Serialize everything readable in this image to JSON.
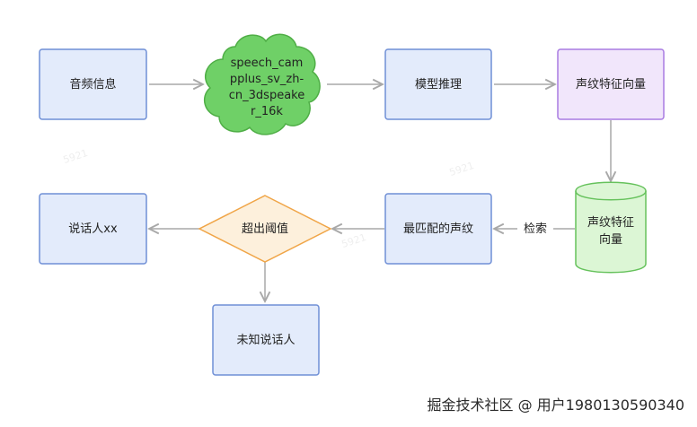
{
  "nodes": {
    "audio_info": "音频信息",
    "model_name": "speech_cam\npplus_sv_zh-\ncn_3dspeake\nr_16k",
    "model_inference": "模型推理",
    "voiceprint_vector": "声纹特征向量",
    "voiceprint_db": "声纹特征\n向量",
    "best_match": "最匹配的声纹",
    "over_threshold": "超出阈值",
    "speaker_xx": "说话人xx",
    "unknown_speaker": "未知说话人"
  },
  "edges": {
    "search_label": "检索"
  },
  "watermark": {
    "site": "掘金技术社区 @ 用户1980130590340"
  },
  "colors": {
    "process_fill": "#e3ebfb",
    "process_stroke": "#6f8fd6",
    "model_fill": "#6fd067",
    "model_stroke": "#4fae46",
    "vector_fill": "#f1e6fb",
    "vector_stroke": "#a97ce2",
    "db_fill": "#dcf6d5",
    "db_stroke": "#66c25c",
    "decision_fill": "#fdf0dc",
    "decision_stroke": "#f0a547",
    "arrow": "#a8a8a8"
  }
}
